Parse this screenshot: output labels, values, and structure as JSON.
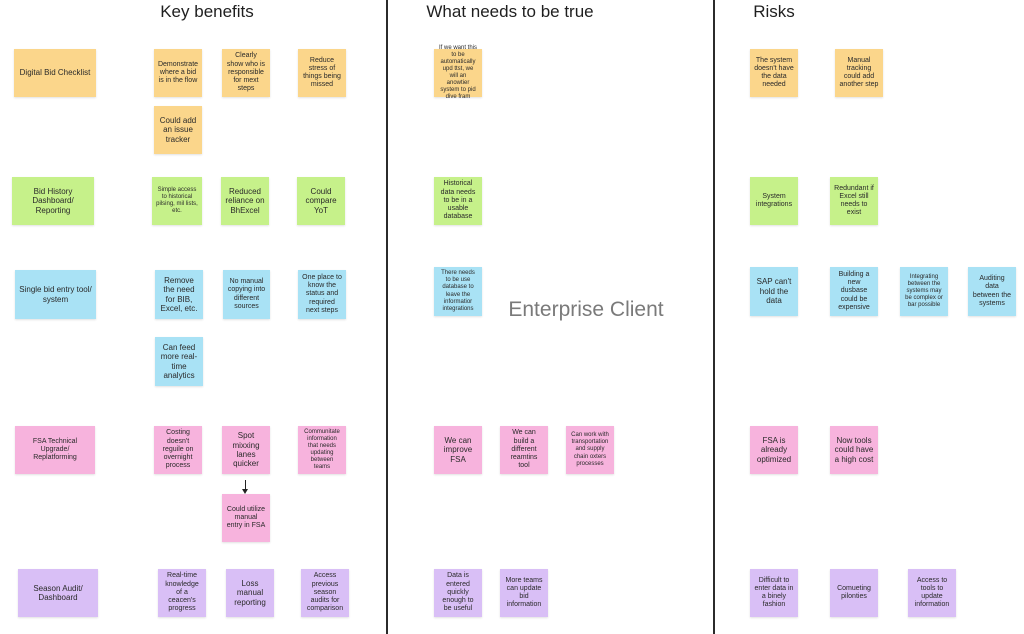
{
  "columns": {
    "benefits": "Key benefits",
    "requirements": "What needs to be true",
    "risks": "Risks"
  },
  "watermark": "Enterprise Client",
  "rows": {
    "digital_bid": "Digital Bid Checklist",
    "bid_history": "Bid History Dashboard/ Reporting",
    "single_entry": "Single bid entry tool/ system",
    "fsa": "FSA Technical Upgrade/ Replatforming",
    "season_audit": "Season Audit/ Dashboard"
  },
  "benefits": {
    "demonstrate": "Demonstrate where a bid is in the flow",
    "clearly_show": "Clearly show who is responsible for mext steps",
    "reduce_stress": "Reduce stress of things being missed",
    "issue_tracker": "Could add an issue tracker",
    "simple_access": "Simple access to historical pilsing, mil lists, etc.",
    "reduced_reliance": "Reduced reliance on BhExcel",
    "compare_yoy": "Could compare YoT",
    "remove_need": "Remove the need for BIB, Excel, etc.",
    "no_manual": "No manual copying into different sources",
    "one_place": "One place to know the status and required next steps",
    "feed_analytics": "Can feed more real-time analytics",
    "costing": "Costing doesn't reguile on overnight process",
    "spot_lanes": "Spot mixxing lanes quicker",
    "communicate": "Communitate information that needs updating between teams",
    "manual_entry_fsa": "Could utilize manual entry in FSA",
    "realtime_knowledge": "Real-time knowledge of a ceacen's progress",
    "loss_reporting": "Loss manual reporting",
    "access_previous": "Access previous season audits for comparison"
  },
  "requirements": {
    "automatic": "If we want this to be automatically upd ttst, we will an anowtier system to pid dive fram",
    "historical_data": "Historical data needs to be in a usable database",
    "use_database": "There needs to be use database to leave the informatior integrations",
    "improve_fsa": "We can improve FSA",
    "different_tool": "We can build a different reamtins tool",
    "work_with": "Can work with transportation and supply chain oxters processes",
    "data_entered": "Data is entered quickly enough to be useful",
    "more_teams": "More teams can update bid information"
  },
  "risks": {
    "system_data": "The system doesn't have the data needed",
    "manual_tracking": "Manual tracking could add another step",
    "system_integrations": "System integrations",
    "redundant": "Redundant if Excel still needs to exist",
    "sap": "SAP can't hold the data",
    "new_database": "Building a new dusbase could be expensive",
    "integrating": "Integrating between the systems may be complex or bar possible",
    "auditing": "Auditing data between the systems",
    "fsa_optimized": "FSA is already optimized",
    "new_tools": "Now tools could have a high cost",
    "difficult_enter": "Difficult to enter data in a binely fashion",
    "competing": "Comueting pilonties",
    "access_tools": "Access to tools to update information"
  },
  "colors": {
    "orange": "#fbd68b",
    "green": "#c6f18a",
    "blue": "#a9e2f5",
    "pink": "#f7b3dd",
    "purple": "#d9bff6",
    "divider": "#2b2b2b"
  }
}
